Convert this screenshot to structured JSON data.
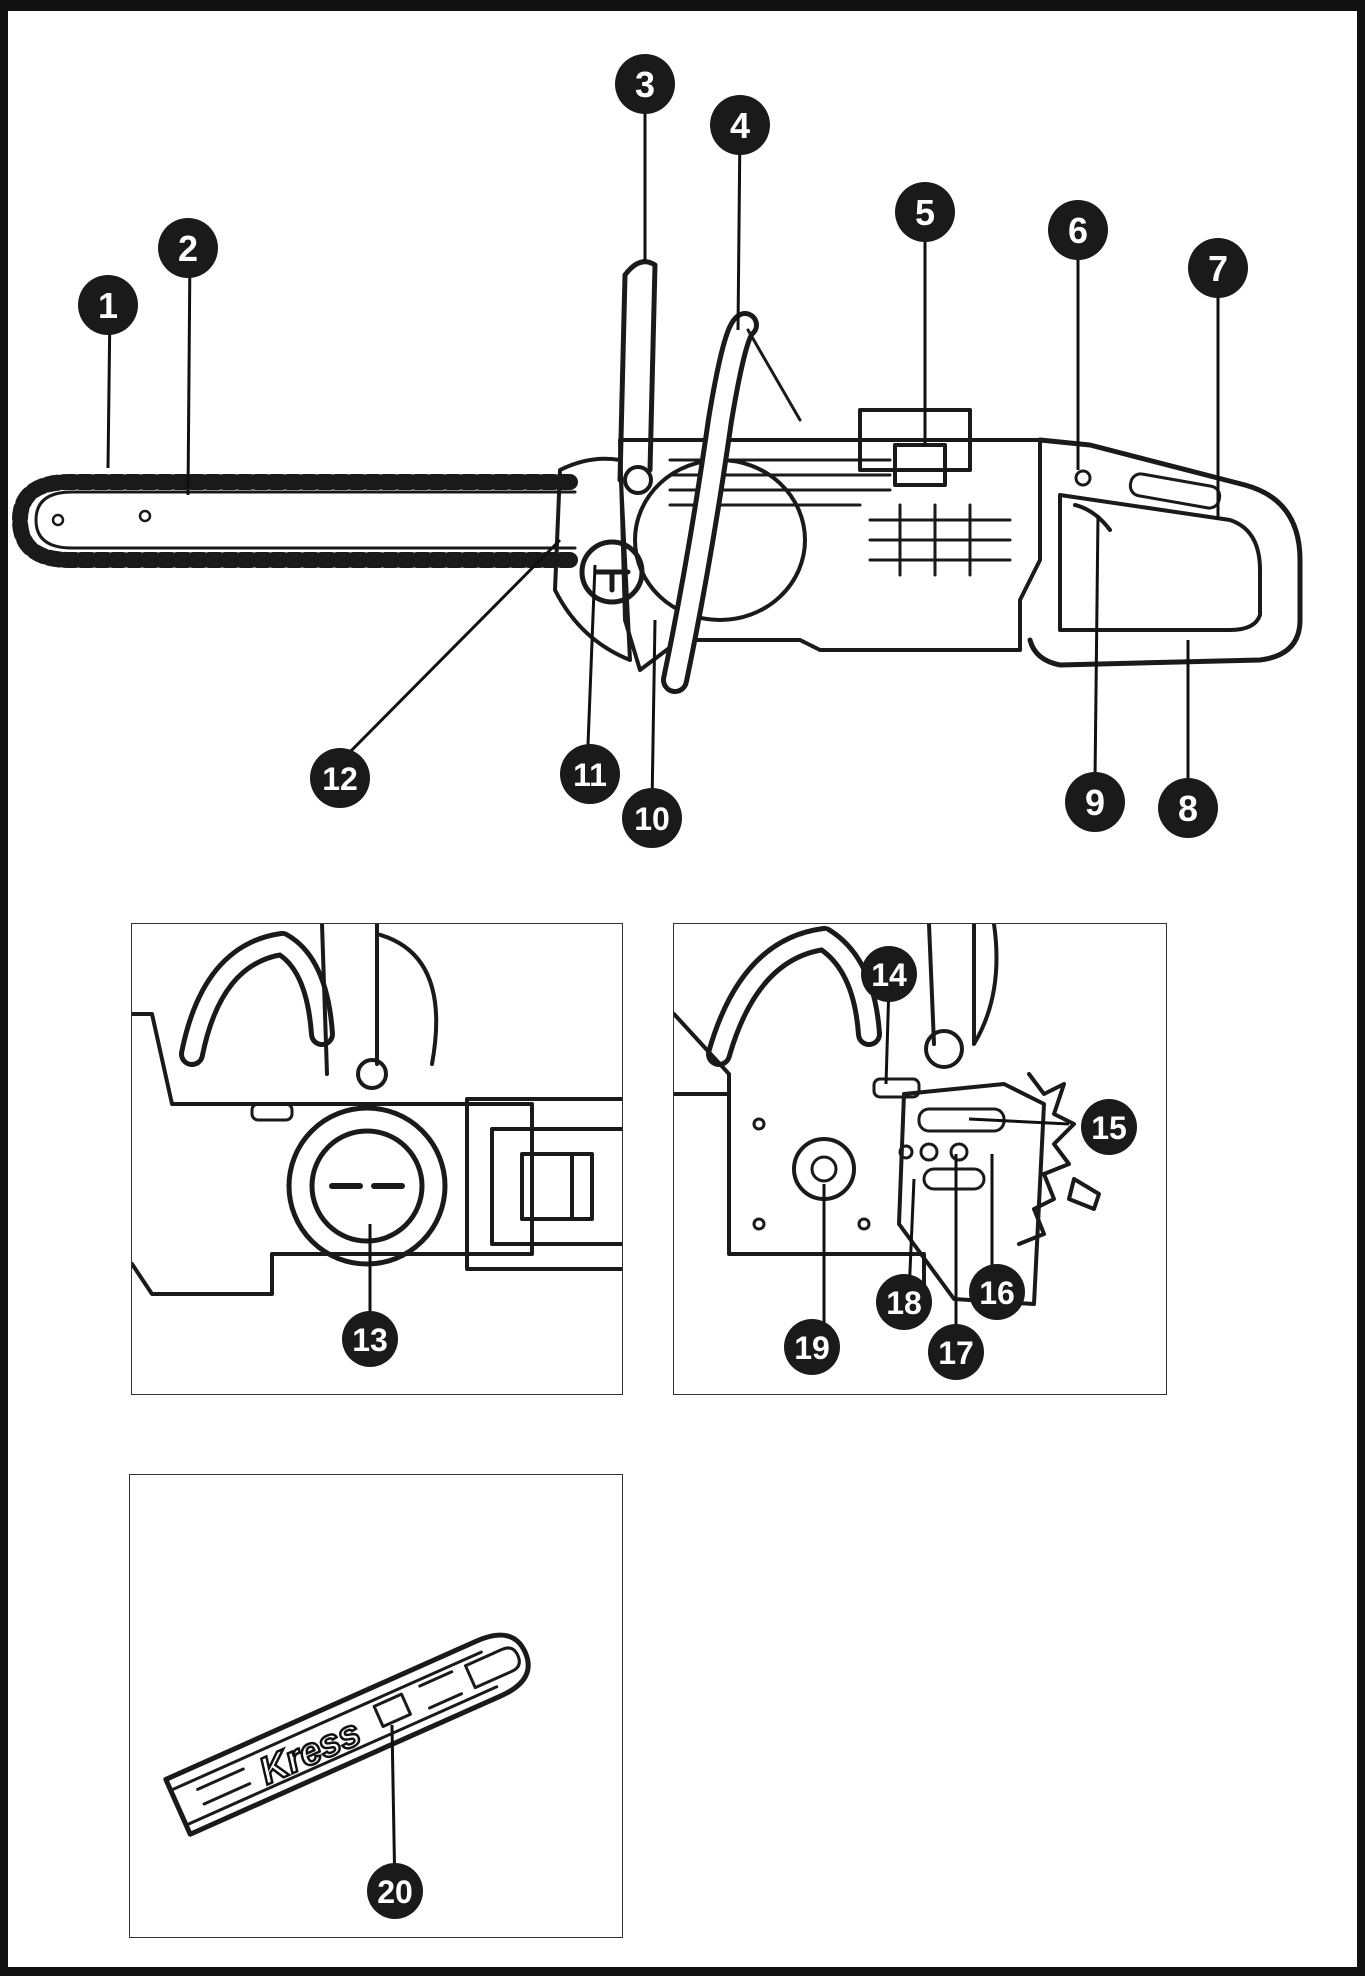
{
  "figure": {
    "main_view": {
      "callouts": [
        "1",
        "2",
        "3",
        "4",
        "5",
        "6",
        "7",
        "8",
        "9",
        "10",
        "11",
        "12"
      ]
    },
    "detail_cap": {
      "callouts": [
        "13"
      ]
    },
    "detail_side": {
      "callouts": [
        "14",
        "15",
        "16",
        "17",
        "18",
        "19"
      ]
    },
    "detail_cover": {
      "brand_text": "Kress",
      "callouts": [
        "20"
      ]
    }
  },
  "colors": {
    "ink": "#111111",
    "background": "#ffffff",
    "badge": "#1a1a1a"
  }
}
